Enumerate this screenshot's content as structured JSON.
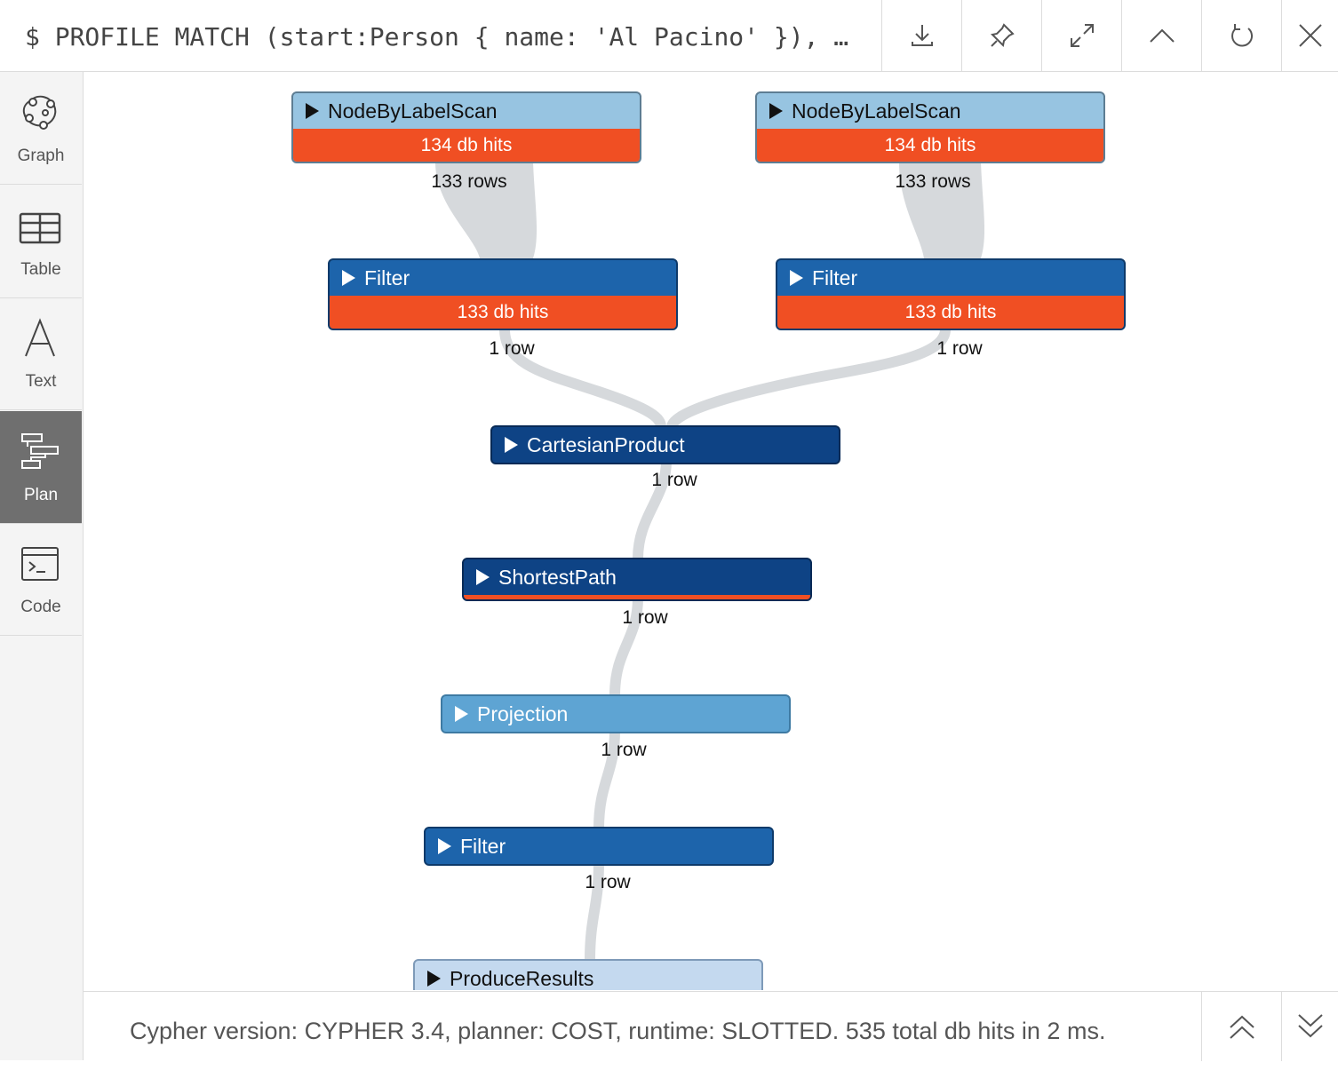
{
  "query": "$ PROFILE MATCH (start:Person { name: 'Al Pacino' }), …",
  "header_buttons": [
    {
      "name": "download-icon"
    },
    {
      "name": "pin-icon"
    },
    {
      "name": "expand-icon"
    },
    {
      "name": "collapse-up-icon"
    },
    {
      "name": "rerun-icon"
    },
    {
      "name": "close-icon"
    }
  ],
  "sidebar": {
    "items": [
      {
        "label": "Graph",
        "icon": "graph-icon"
      },
      {
        "label": "Table",
        "icon": "table-icon"
      },
      {
        "label": "Text",
        "icon": "text-icon"
      },
      {
        "label": "Plan",
        "icon": "plan-icon",
        "active": true
      },
      {
        "label": "Code",
        "icon": "code-icon"
      }
    ]
  },
  "plan": {
    "operators": [
      {
        "name": "NodeByLabelScan",
        "hits": "134 db hits",
        "rows": "133 rows"
      },
      {
        "name": "NodeByLabelScan",
        "hits": "134 db hits",
        "rows": "133 rows"
      },
      {
        "name": "Filter",
        "hits": "133 db hits",
        "rows": "1 row"
      },
      {
        "name": "Filter",
        "hits": "133 db hits",
        "rows": "1 row"
      },
      {
        "name": "CartesianProduct",
        "rows": "1 row"
      },
      {
        "name": "ShortestPath",
        "rows": "1 row"
      },
      {
        "name": "Projection",
        "rows": "1 row"
      },
      {
        "name": "Filter",
        "rows": "1 row"
      },
      {
        "name": "ProduceResults"
      }
    ]
  },
  "footer": {
    "summary": "Cypher version: CYPHER 3.4, planner: COST, runtime: SLOTTED. 535 total db hits in 2 ms."
  },
  "colors": {
    "hits_bar": "#f04f23",
    "flow": "#d6d9dc",
    "active_tab": "#6f6f6f"
  }
}
